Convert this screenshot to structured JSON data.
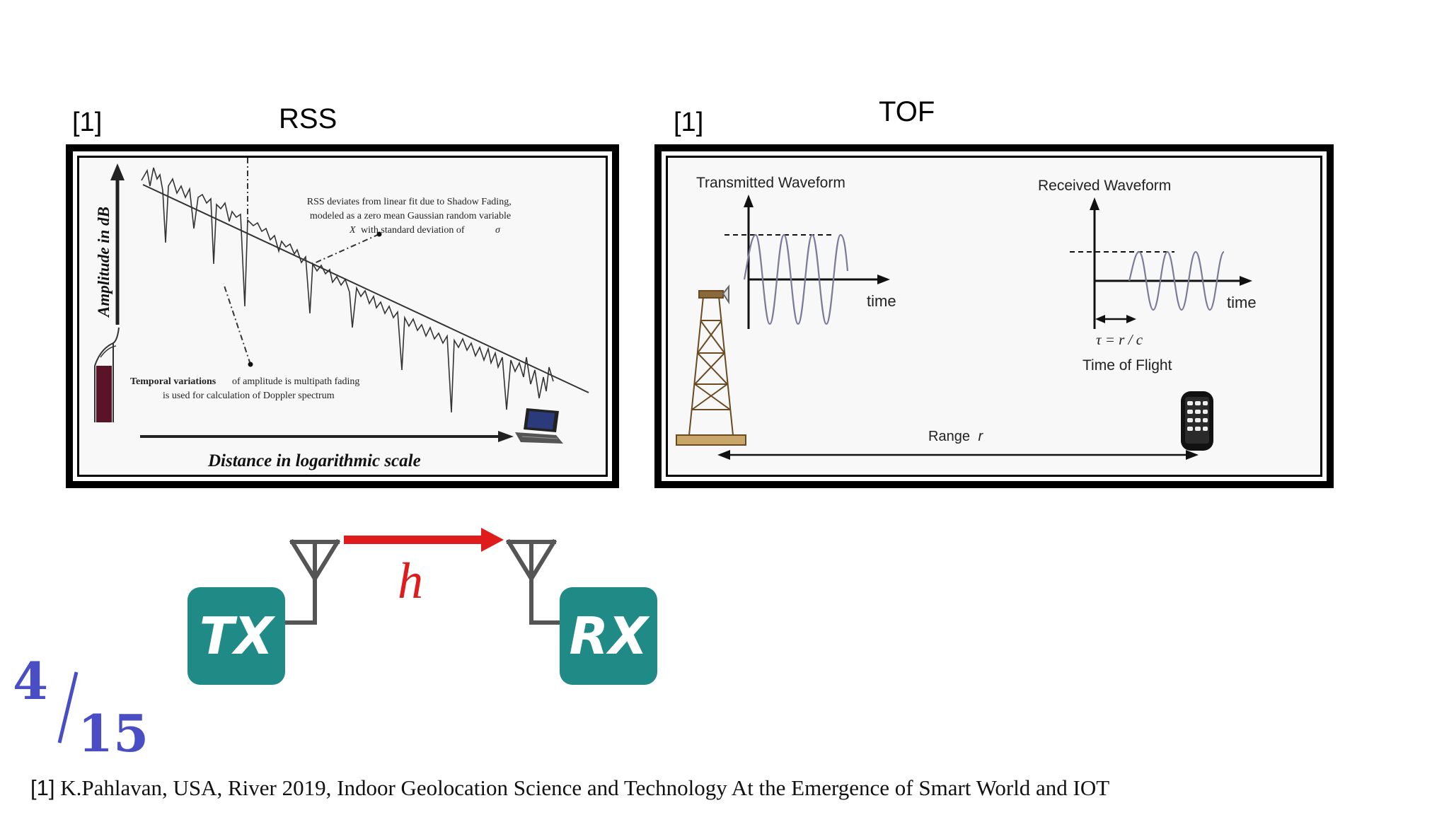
{
  "rss": {
    "citation": "[1]",
    "title": "RSS",
    "ylabel": "Amplitude in dB",
    "xlabel": "Distance in logarithmic scale",
    "note_shadow": [
      "RSS deviates from linear fit due to Shadow Fading,",
      "modeled as a zero mean Gaussian random variable",
      "with standard deviation of"
    ],
    "note_shadow_x": "X",
    "note_shadow_sigma": "σ",
    "note_temporal_bold": "Temporal variations",
    "note_temporal_rest": "of amplitude  is multipath fading",
    "note_temporal_line2": "is used for calculation of Doppler spectrum"
  },
  "tof": {
    "citation": "[1]",
    "title": "TOF",
    "tx_label": "Transmitted Waveform",
    "rx_label": "Received Waveform",
    "time_label": "time",
    "tau_label": "τ = r / c",
    "tof_label": "Time of Flight",
    "range_label": "Range",
    "range_var": "r"
  },
  "channel": {
    "tx": "TX",
    "rx": "RX",
    "h": "h",
    "colors": {
      "box": "#1f8a86",
      "arrow": "#e01b1b",
      "h": "#e01b1b"
    }
  },
  "page_number": {
    "current": "4",
    "total": "15"
  },
  "footer": {
    "mark": "[1]",
    "text": " K.Pahlavan, USA, River 2019, Indoor Geolocation Science and Technology At the Emergence of Smart World and IOT"
  }
}
